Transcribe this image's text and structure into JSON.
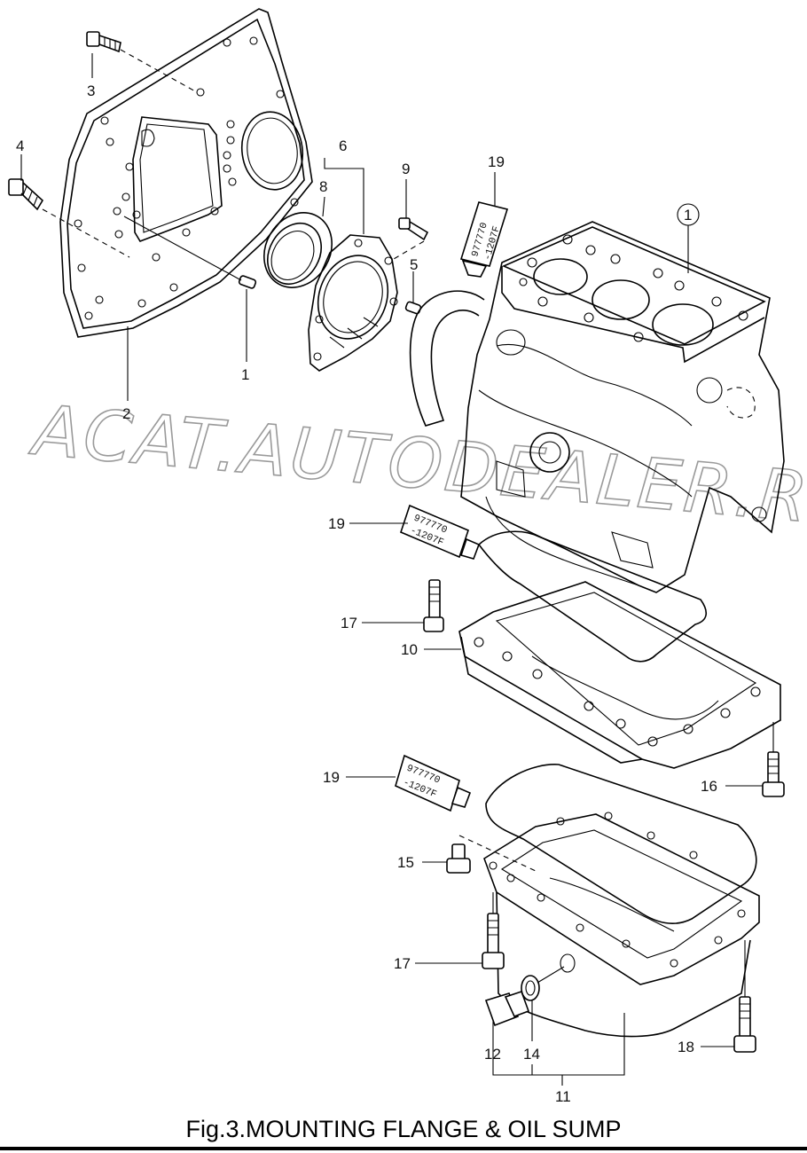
{
  "figure": {
    "caption": "Fig.3.MOUNTING FLANGE & OIL SUMP",
    "watermark": "ACAT.AUTODEALER.RU",
    "sealant_tube_text": [
      "977770",
      "-1207F"
    ]
  },
  "callouts": [
    {
      "id": "c1",
      "label": "1",
      "circled": true
    },
    {
      "id": "c1b",
      "label": "1"
    },
    {
      "id": "c2",
      "label": "2"
    },
    {
      "id": "c3",
      "label": "3"
    },
    {
      "id": "c4",
      "label": "4"
    },
    {
      "id": "c5",
      "label": "5"
    },
    {
      "id": "c6",
      "label": "6"
    },
    {
      "id": "c8",
      "label": "8"
    },
    {
      "id": "c9",
      "label": "9"
    },
    {
      "id": "c10",
      "label": "10"
    },
    {
      "id": "c11",
      "label": "11"
    },
    {
      "id": "c12",
      "label": "12"
    },
    {
      "id": "c14",
      "label": "14"
    },
    {
      "id": "c15",
      "label": "15"
    },
    {
      "id": "c16",
      "label": "16"
    },
    {
      "id": "c17a",
      "label": "17"
    },
    {
      "id": "c17b",
      "label": "17"
    },
    {
      "id": "c18",
      "label": "18"
    },
    {
      "id": "c19a",
      "label": "19"
    },
    {
      "id": "c19b",
      "label": "19"
    },
    {
      "id": "c19c",
      "label": "19"
    }
  ]
}
